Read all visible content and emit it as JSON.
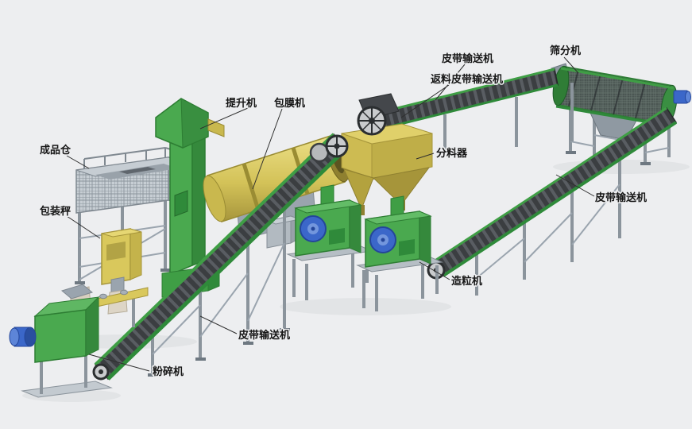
{
  "diagram": {
    "type": "3d-production-line-flow-diagram",
    "background": "#edeef0",
    "palette": {
      "machine_green": "#4aa94f",
      "machine_green_dark": "#2d7d33",
      "machine_yellow": "#d9c85c",
      "steel_gray": "#a8b0b8",
      "belt_dark": "#3b3e41",
      "motor_blue": "#3b67c9",
      "label_color": "#161616"
    },
    "labels": {
      "hoist": "提升机",
      "coating_machine": "包膜机",
      "belt_conveyor_top": "皮带输送机",
      "return_belt_conveyor": "返料皮带输送机",
      "screening_machine": "筛分机",
      "distributor": "分料器",
      "belt_conveyor_right": "皮带输送机",
      "finished_product_bin": "成品仓",
      "packing_scale": "包装秤",
      "granulator": "造粒机",
      "belt_conveyor_middle": "皮带输送机",
      "crusher": "粉碎机"
    }
  }
}
